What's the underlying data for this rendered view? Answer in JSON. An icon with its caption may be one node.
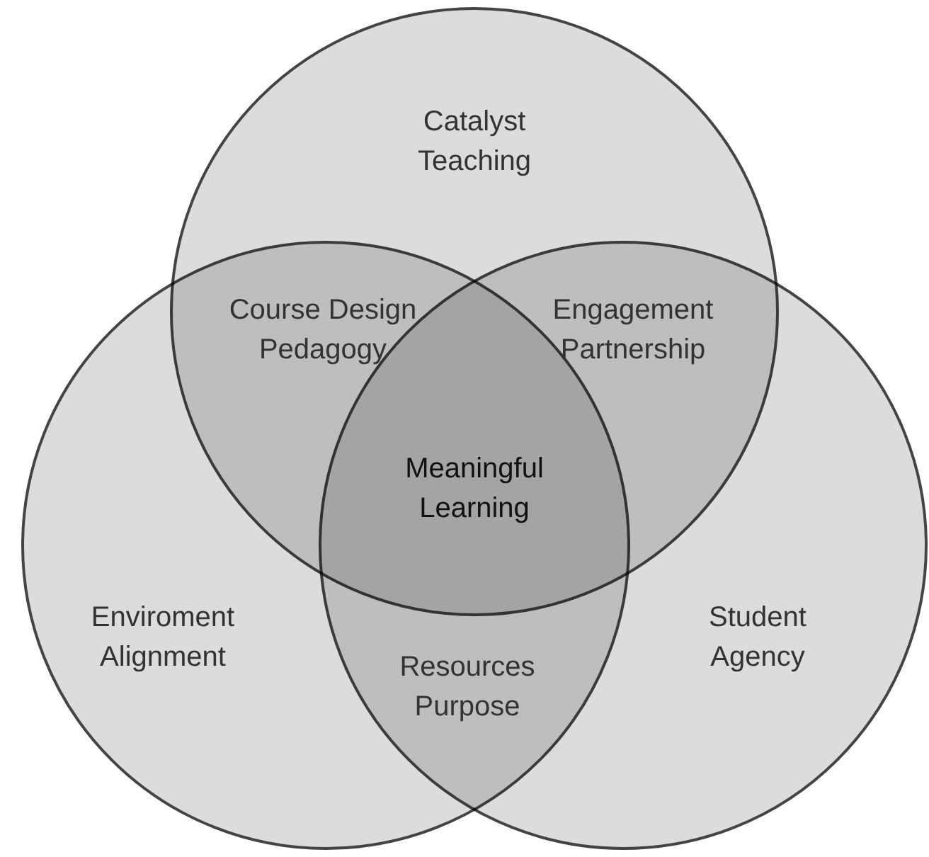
{
  "diagram": {
    "nodes": [
      {
        "text": [
          "Catalyst Teaching"
        ]
      },
      {
        "text": [
          "Enviroment Alignment"
        ]
      },
      {
        "text": [
          "Student Agency"
        ]
      }
    ],
    "labels": [
      "Course Design Pedagogy",
      "Engagement Partnership",
      "Meaningful Learning",
      "Resources Purpose"
    ]
  }
}
